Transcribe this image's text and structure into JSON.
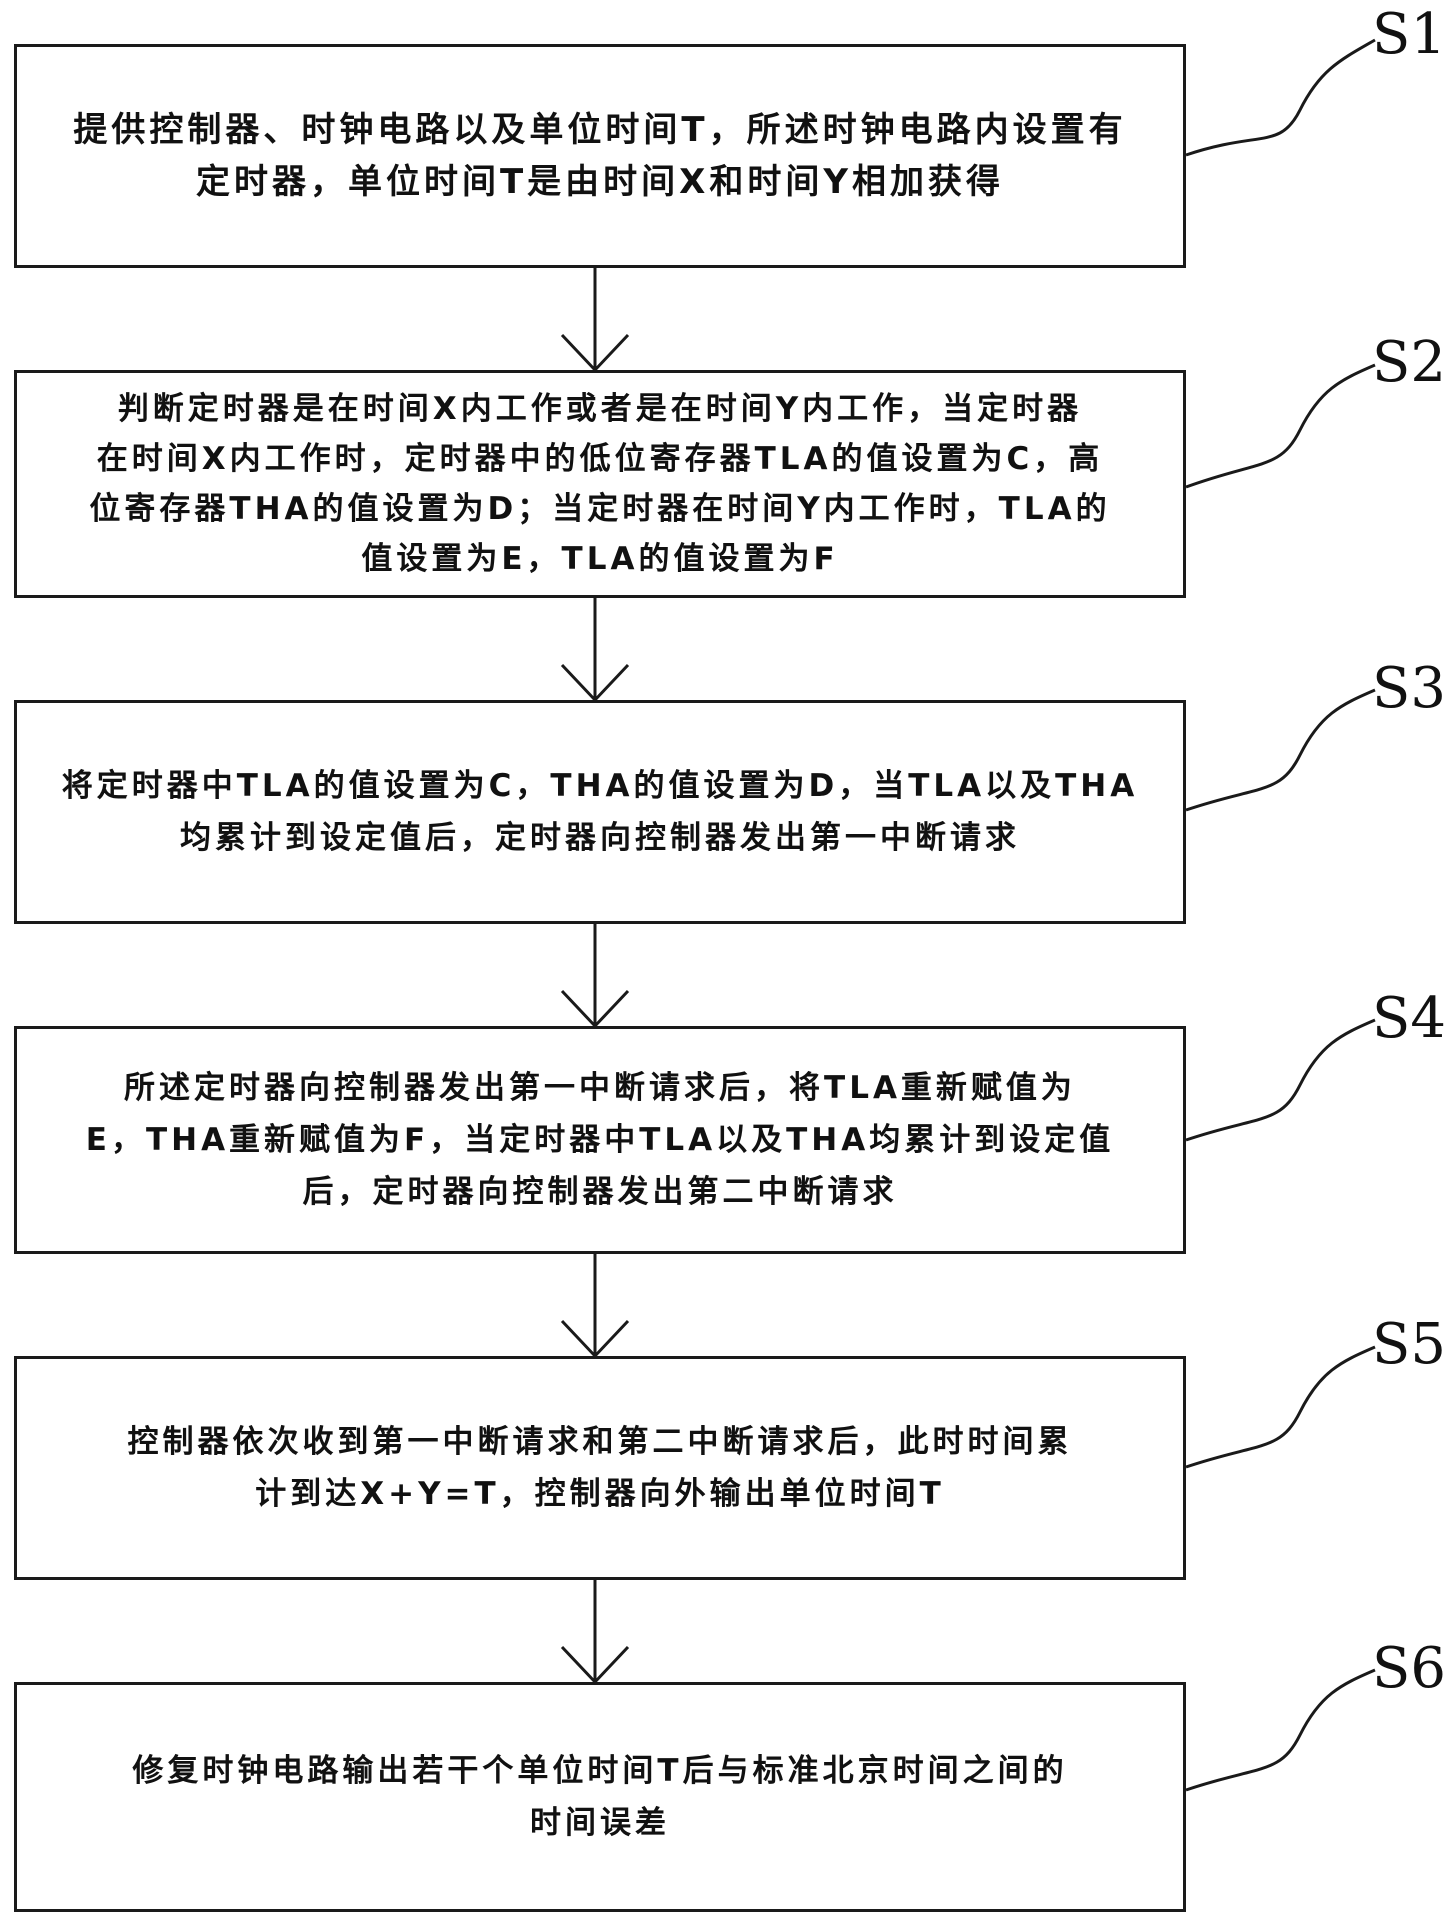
{
  "steps": [
    {
      "label": "S1",
      "lines": [
        "提供控制器、时钟电路以及单位时间T，所述时钟电路内设置有",
        "定时器，单位时间T是由时间X和时间Y相加获得"
      ]
    },
    {
      "label": "S2",
      "lines": [
        "判断定时器是在时间X内工作或者是在时间Y内工作，当定时器",
        "在时间X内工作时，定时器中的低位寄存器TLA的值设置为C，高",
        "位寄存器THA的值设置为D；当定时器在时间Y内工作时，TLA的",
        "值设置为E，TLA的值设置为F"
      ]
    },
    {
      "label": "S3",
      "lines": [
        "将定时器中TLA的值设置为C，THA的值设置为D，当TLA以及THA",
        "均累计到设定值后，定时器向控制器发出第一中断请求"
      ]
    },
    {
      "label": "S4",
      "lines": [
        "所述定时器向控制器发出第一中断请求后，将TLA重新赋值为",
        "E，THA重新赋值为F，当定时器中TLA以及THA均累计到设定值",
        "后，定时器向控制器发出第二中断请求"
      ]
    },
    {
      "label": "S5",
      "lines": [
        "控制器依次收到第一中断请求和第二中断请求后，此时时间累",
        "计到达X+Y=T，控制器向外输出单位时间T"
      ]
    },
    {
      "label": "S6",
      "lines": [
        "修复时钟电路输出若干个单位时间T后与标准北京时间之间的",
        "时间误差"
      ]
    }
  ]
}
